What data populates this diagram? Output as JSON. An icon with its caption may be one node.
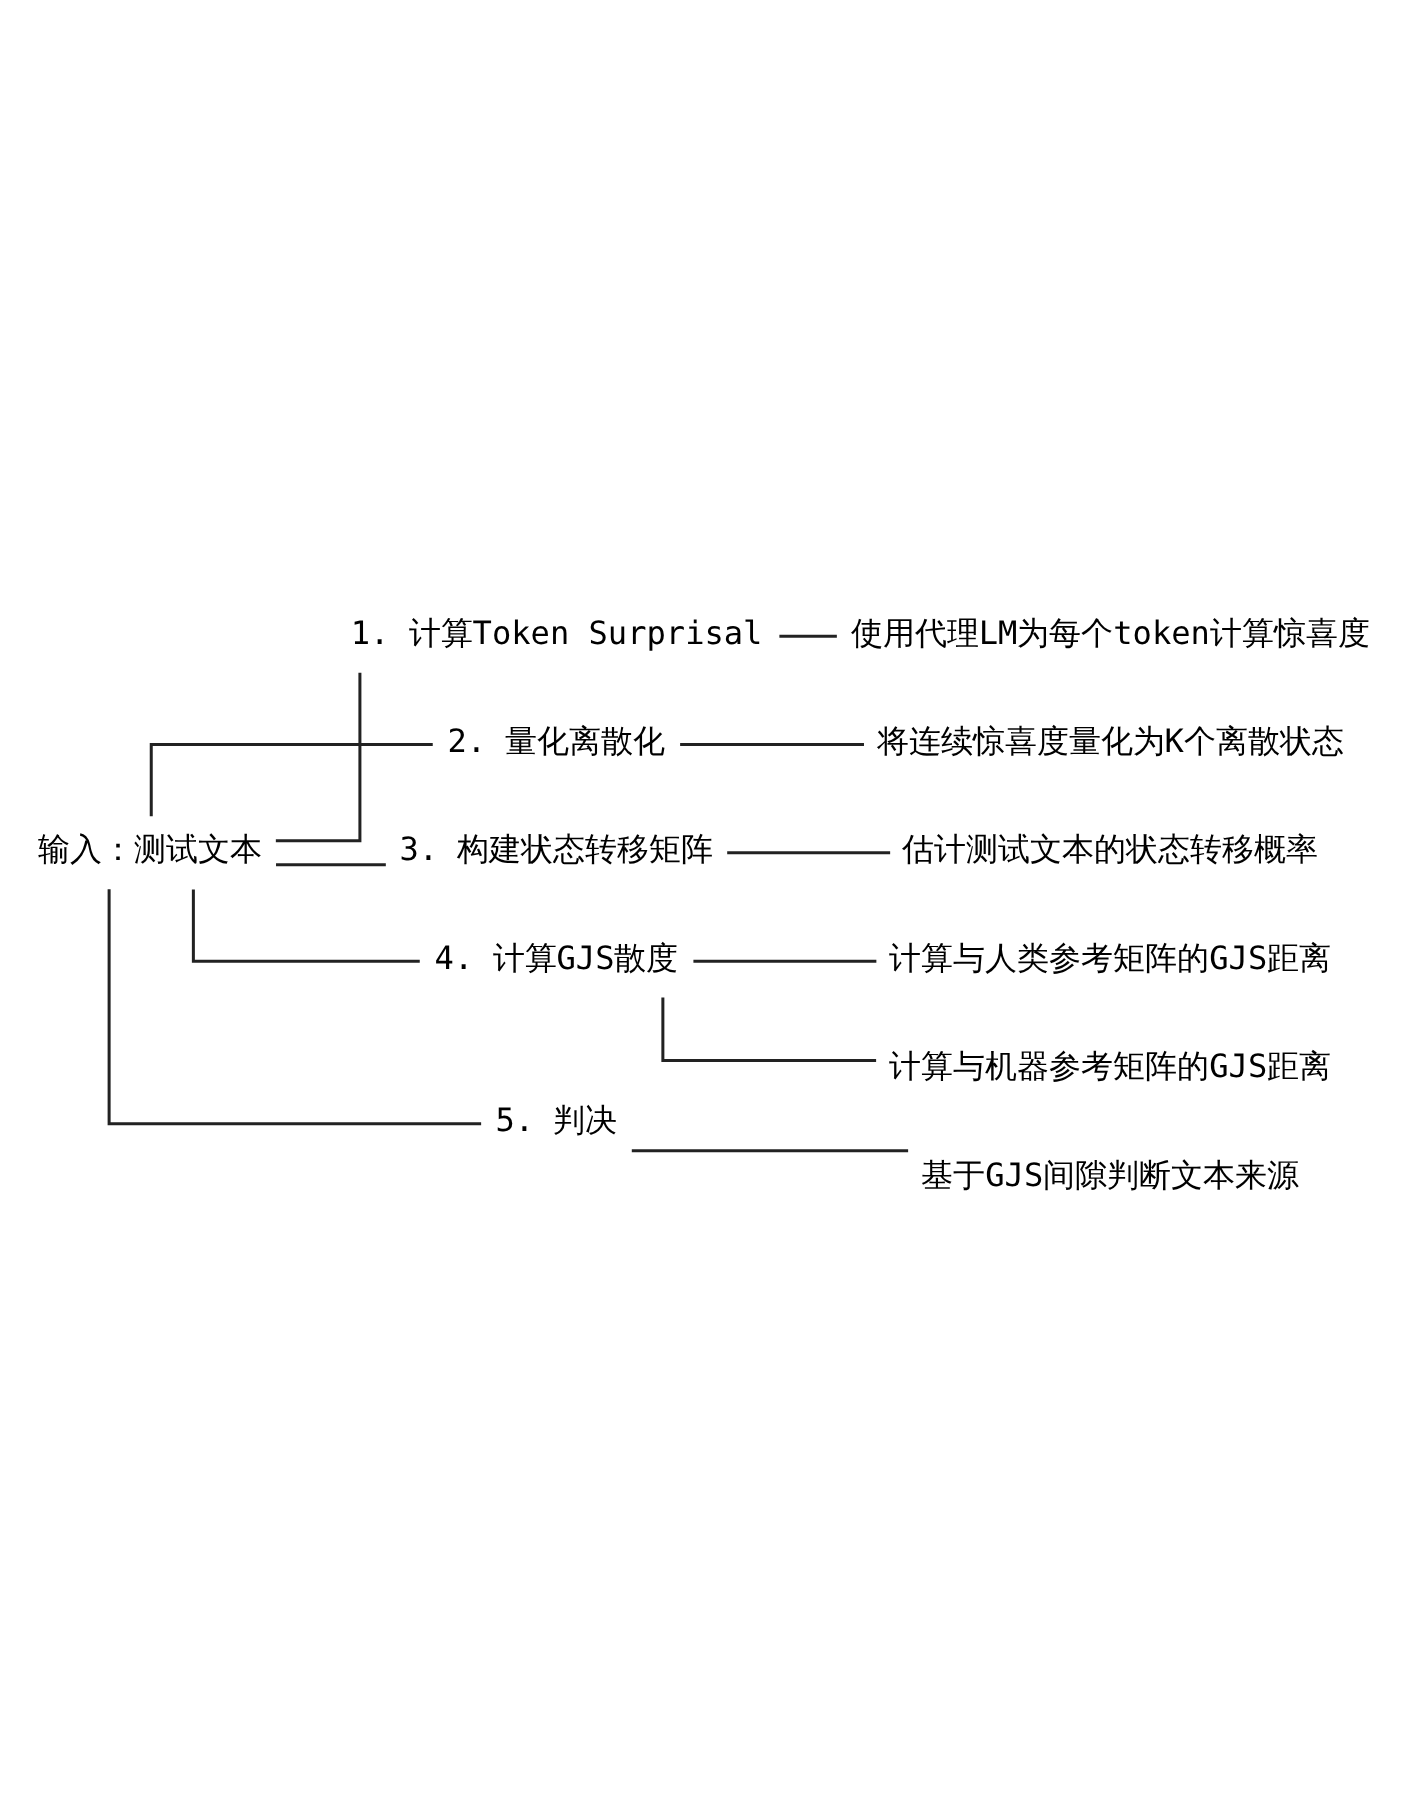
{
  "diagram": {
    "nodes": [
      {
        "text": [
          "输入：测试文本"
        ]
      },
      {
        "text": [
          "1. 计算Token Surprisal"
        ]
      },
      {
        "text": [
          "使用代理LM为每个token计算惊喜度"
        ]
      },
      {
        "text": [
          "2. 量化离散化"
        ]
      },
      {
        "text": [
          "将连续惊喜度量化为K个离散状态"
        ]
      },
      {
        "text": [
          "3. 构建状态转移矩阵"
        ]
      },
      {
        "text": [
          "估计测试文本的状态转移概率"
        ]
      },
      {
        "text": [
          "4. 计算GJS散度"
        ]
      },
      {
        "text": [
          "计算与人类参考矩阵的GJS距离"
        ]
      },
      {
        "text": [
          "计算与机器参考矩阵的GJS距离"
        ]
      },
      {
        "text": [
          "5. 判决"
        ]
      },
      {
        "text": [
          "基于GJS间隙判断文本来源"
        ]
      }
    ],
    "edges": [
      {
        "from": 0,
        "to": 1,
        "arrow": "none"
      },
      {
        "from": 1,
        "to": 2,
        "arrow": "none"
      },
      {
        "from": 0,
        "to": 3,
        "arrow": "none"
      },
      {
        "from": 3,
        "to": 4,
        "arrow": "none"
      },
      {
        "from": 0,
        "to": 5,
        "arrow": "none"
      },
      {
        "from": 5,
        "to": 6,
        "arrow": "none"
      },
      {
        "from": 0,
        "to": 7,
        "arrow": "none"
      },
      {
        "from": 7,
        "to": 8,
        "arrow": "none"
      },
      {
        "from": 7,
        "to": 9,
        "arrow": "none"
      },
      {
        "from": 0,
        "to": 10,
        "arrow": "none"
      },
      {
        "from": 10,
        "to": 11,
        "arrow": "none"
      }
    ]
  }
}
